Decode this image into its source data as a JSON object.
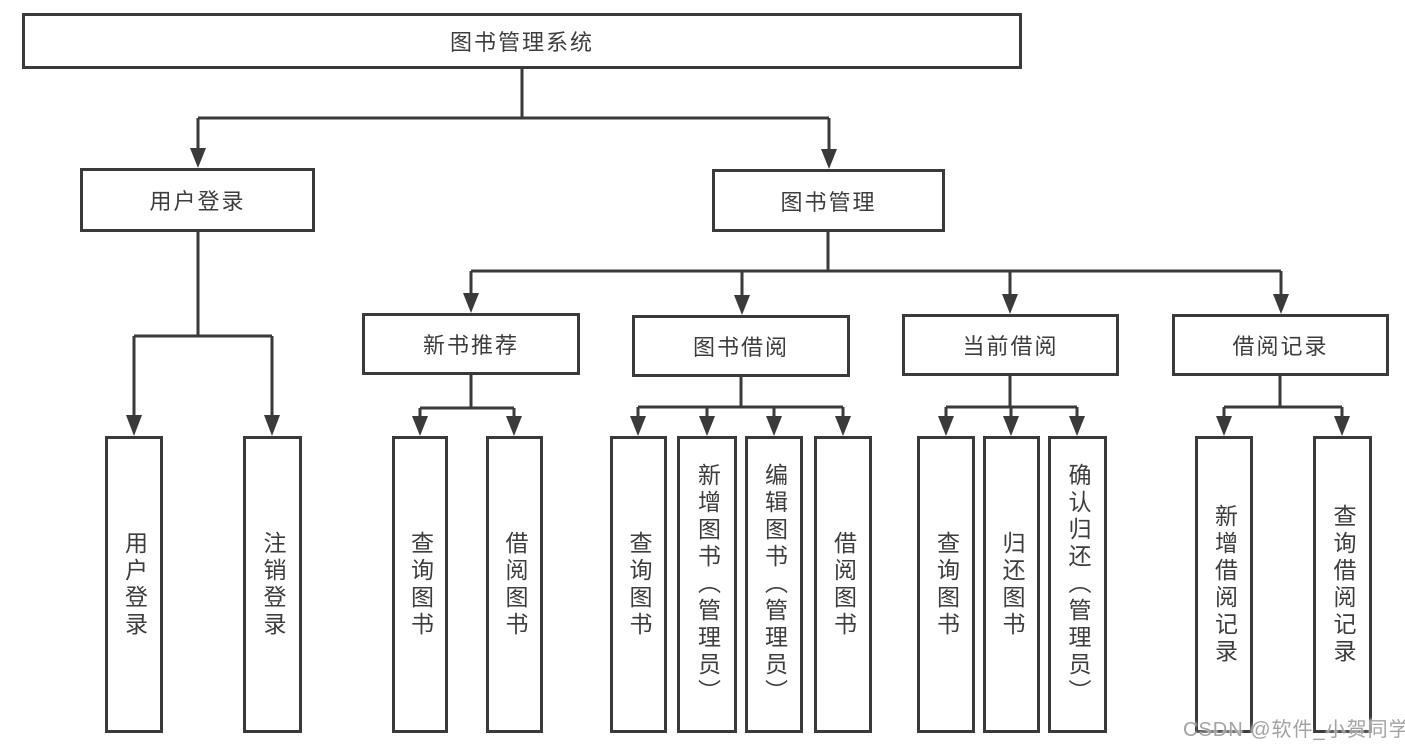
{
  "diagram": {
    "kind": "hierarchy-tree",
    "colors": {
      "line": "#3a3a3a",
      "box_border": "#3a3a3a",
      "text": "#3d3d3d",
      "background": "#ffffff",
      "watermark": "#9e9e9e"
    },
    "tree": {
      "label": "图书管理系统",
      "children": [
        {
          "label": "用户登录",
          "children": [
            {
              "label": "用户登录"
            },
            {
              "label": "注销登录"
            }
          ]
        },
        {
          "label": "图书管理",
          "children": [
            {
              "label": "新书推荐",
              "children": [
                {
                  "label": "查询图书"
                },
                {
                  "label": "借阅图书"
                }
              ]
            },
            {
              "label": "图书借阅",
              "children": [
                {
                  "label": "查询图书"
                },
                {
                  "label": "新增图书（管理员）"
                },
                {
                  "label": "编辑图书（管理员）"
                },
                {
                  "label": "借阅图书"
                }
              ]
            },
            {
              "label": "当前借阅",
              "children": [
                {
                  "label": "查询图书"
                },
                {
                  "label": "归还图书"
                },
                {
                  "label": "确认归还（管理员）"
                }
              ]
            },
            {
              "label": "借阅记录",
              "children": [
                {
                  "label": "新增借阅记录"
                },
                {
                  "label": "查询借阅记录"
                }
              ]
            }
          ]
        }
      ]
    },
    "watermark": {
      "text": "CSDN @软件_小贺同学"
    }
  }
}
